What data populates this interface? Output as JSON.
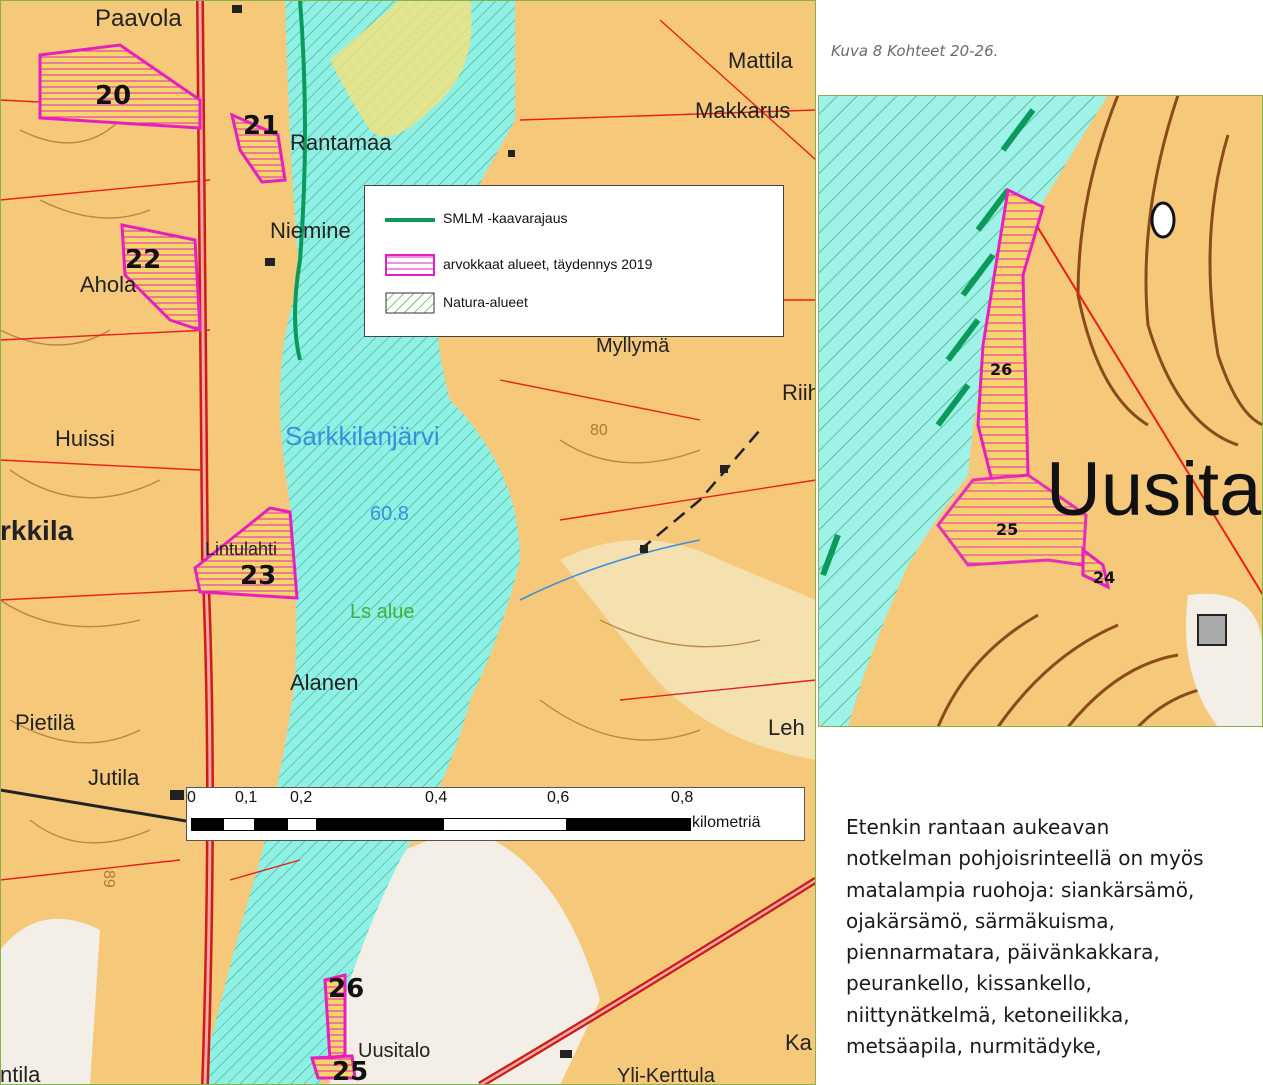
{
  "caption": "Kuva 8 Kohteet 20-26.",
  "legend": {
    "items": [
      {
        "label": "SMLM -kaavarajaus",
        "symbol": "green-line-icon"
      },
      {
        "label": "arvokkaat alueet, täydennys 2019",
        "symbol": "magenta-hatched-box-icon"
      },
      {
        "label": "Natura-alueet",
        "symbol": "green-hatched-box-icon"
      }
    ]
  },
  "scalebar": {
    "ticks": [
      "0",
      "0,1",
      "0,2",
      "0,4",
      "0,6",
      "0,8"
    ],
    "unit": "kilometriä"
  },
  "map_labels": {
    "paavola": "Paavola",
    "mattila": "Mattila",
    "makkarus": "Makkarus",
    "rantamaa": "Rantamaa",
    "niemine": "Niemine",
    "ahola": "Ahola",
    "myllym": "Myllymä",
    "riih": "Riih",
    "huissi": "Huissi",
    "sarkkilanjarvi": "Sarkkilanjärvi",
    "lake_level": "60.8",
    "contour_80": "80",
    "contour_89": "89",
    "rkkila": "rkkila",
    "lintula": "Lintulahti",
    "ls_alue": "Ls alue",
    "alanen": "Alanen",
    "pietila": "Pietilä",
    "jutila": "Jutila",
    "leh": "Leh",
    "uusitalo": "Uusitalo",
    "ka": "Ka",
    "yli_kerttula": "Yli-Kerttula",
    "ntila": "ntila"
  },
  "site_numbers": {
    "s20": "20",
    "s21": "21",
    "s22": "22",
    "s23": "23",
    "s26": "26",
    "s25": "25"
  },
  "inset": {
    "label_big": "Uusita",
    "s26": "26",
    "s25": "25",
    "s24": "24"
  },
  "body_text": {
    "lines": [
      "Etenkin rantaan aukeavan",
      "notkelman pohjoisrinteellä on myös",
      "matalampia ruohoja: siankärsämö,",
      "ojakärsämö, särmäkuisma,",
      "piennarmatara, päivänkakkara,",
      "peurankello, kissankello,",
      "niittynätkelmä, ketoneilikka,",
      "metsäapila, nurmitädyke,"
    ]
  },
  "colors": {
    "land": "#f6c87a",
    "water": "#7fe9e0",
    "magenta": "#e81fc0",
    "red": "#e8201c",
    "green": "#0a9a5c",
    "road": "#cc1b1b",
    "contour": "#b07a3a"
  }
}
